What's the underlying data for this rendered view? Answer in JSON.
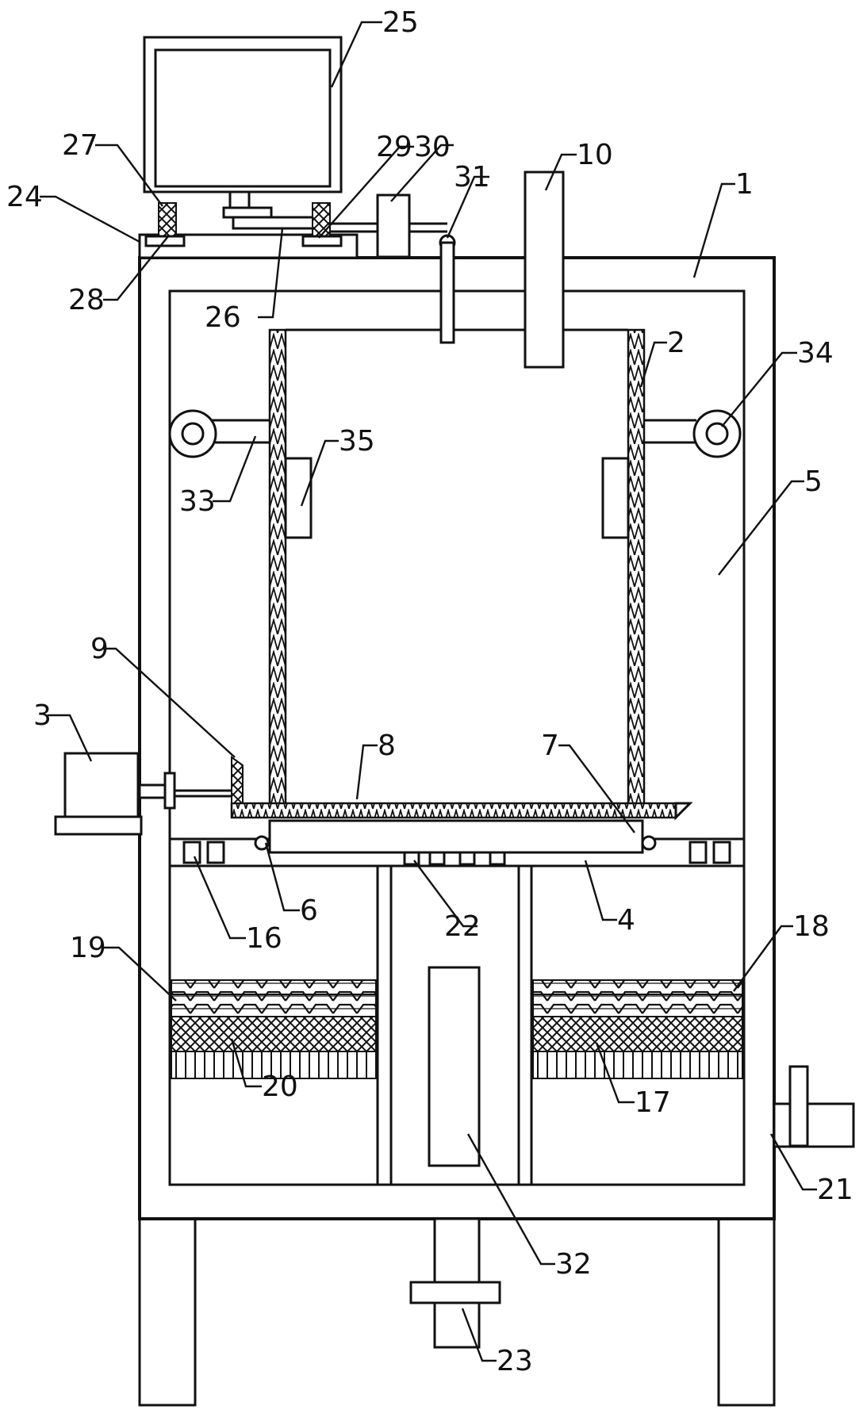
{
  "labels": {
    "l1": "1",
    "l2": "2",
    "l3": "3",
    "l4": "4",
    "l5": "5",
    "l6": "6",
    "l7": "7",
    "l8": "8",
    "l9": "9",
    "l10": "10",
    "l16": "16",
    "l17": "17",
    "l18": "18",
    "l19": "19",
    "l20": "20",
    "l21": "21",
    "l22": "22",
    "l23": "23",
    "l24": "24",
    "l25": "25",
    "l26": "26",
    "l27": "27",
    "l28": "28",
    "l29": "29",
    "l30": "30",
    "l31": "31",
    "l32": "32",
    "l33": "33",
    "l34": "34",
    "l35": "35"
  }
}
